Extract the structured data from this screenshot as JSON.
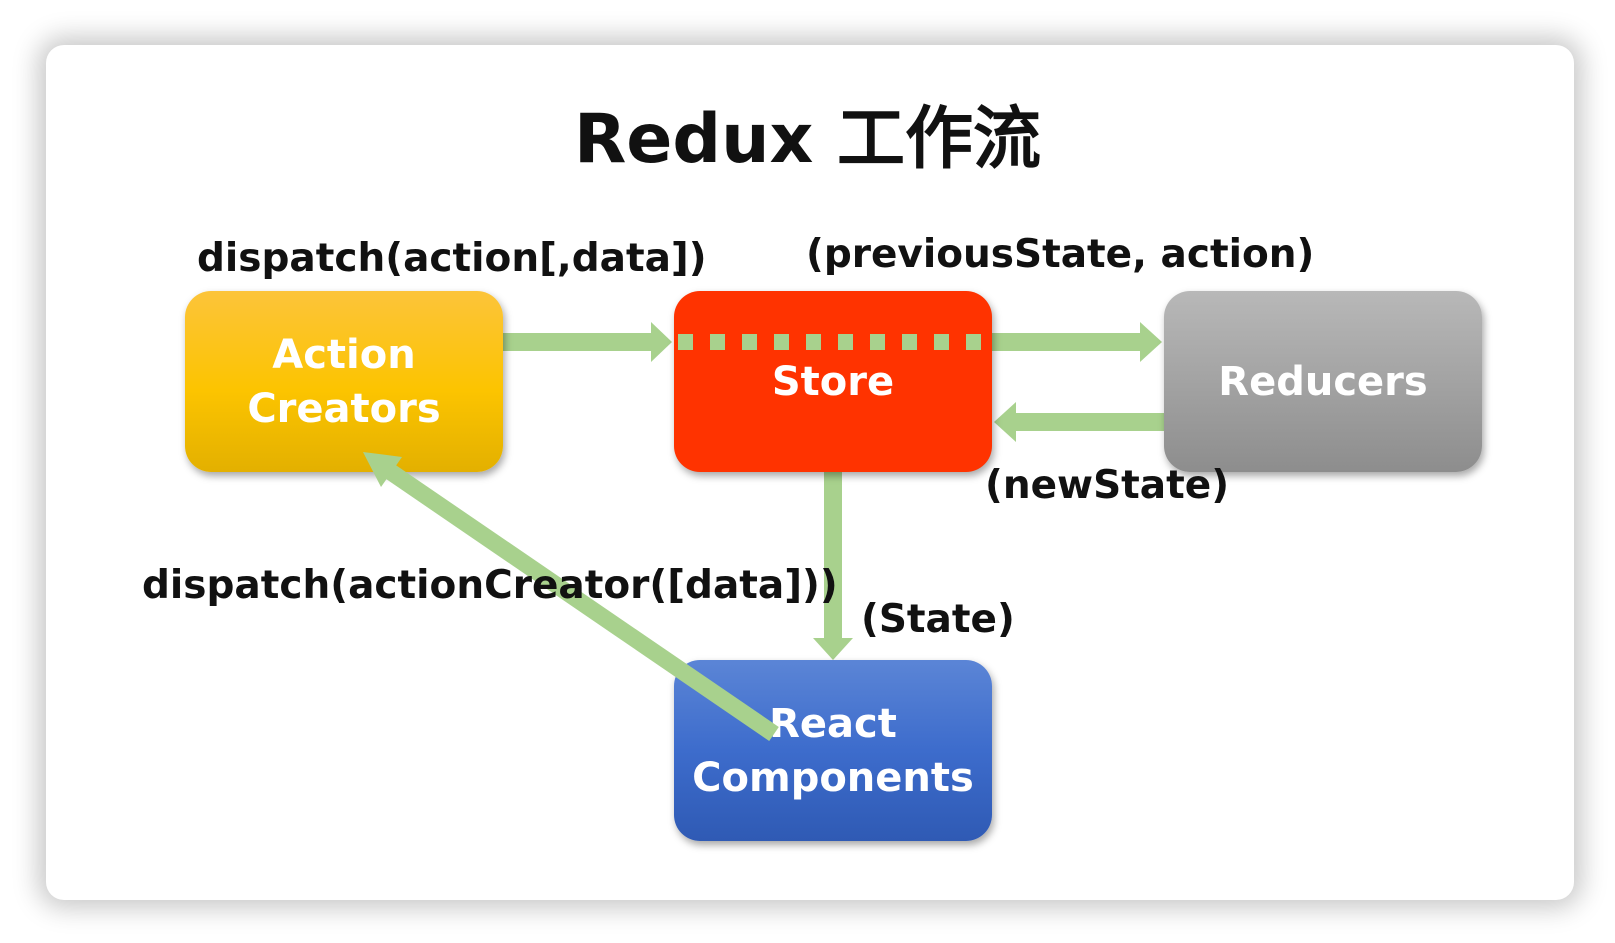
{
  "title": "Redux 工作流",
  "nodes": {
    "action_creators": {
      "line1": "Action",
      "line2": "Creators"
    },
    "store": {
      "label": "Store"
    },
    "reducers": {
      "label": "Reducers"
    },
    "react_components": {
      "line1": "React",
      "line2": "Components"
    }
  },
  "edge_labels": {
    "dispatch": "dispatch(action[,data])",
    "previous_state": "(previousState, action)",
    "new_state": "(newState)",
    "state": "(State)",
    "dispatch_action_creator": "dispatch(actionCreator([data]))"
  },
  "colors": {
    "arrow": "#a8d18d",
    "action_creators": "#fcc400",
    "store": "#ff3300",
    "reducers": "#a3a3a3",
    "react_components": "#3d6ccc"
  }
}
